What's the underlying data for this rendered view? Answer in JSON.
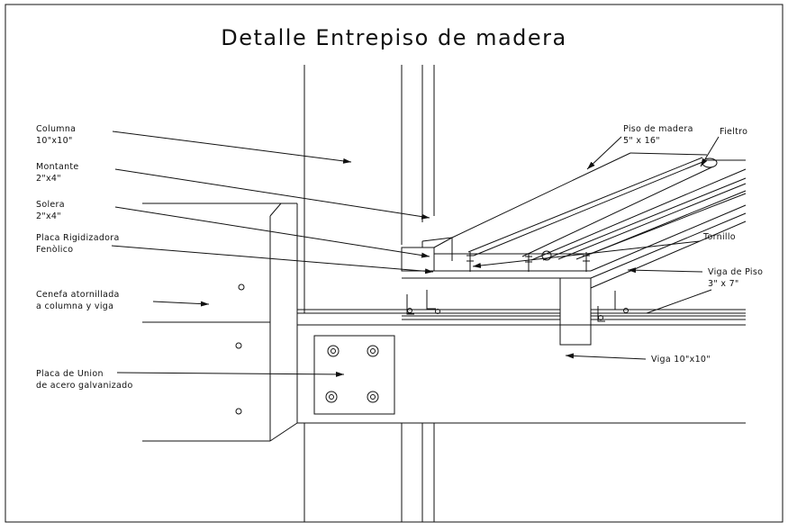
{
  "title": "Detalle Entrepiso de madera",
  "labels": {
    "columna_1": "Columna",
    "columna_2": "10\"x10\"",
    "montante_1": "Montante",
    "montante_2": "2\"x4\"",
    "solera_1": "Solera",
    "solera_2": "2\"x4\"",
    "placa_rig_1": "Placa Rigidizadora",
    "placa_rig_2": "Fenòlico",
    "cenefa_1": "Cenefa atornillada",
    "cenefa_2": "a columna y viga",
    "placa_union_1": "Placa de Union",
    "placa_union_2": "de acero galvanizado",
    "piso_1": "Piso de madera",
    "piso_2": "5\" x 16\"",
    "fieltro": "Fieltro",
    "tornillo": "Tornillo",
    "viga_piso_1": "Viga de Piso",
    "viga_piso_2": "3\" x 7\"",
    "viga": "Viga 10\"x10\""
  },
  "colors": {
    "line": "#111111",
    "paper": "#ffffff"
  }
}
